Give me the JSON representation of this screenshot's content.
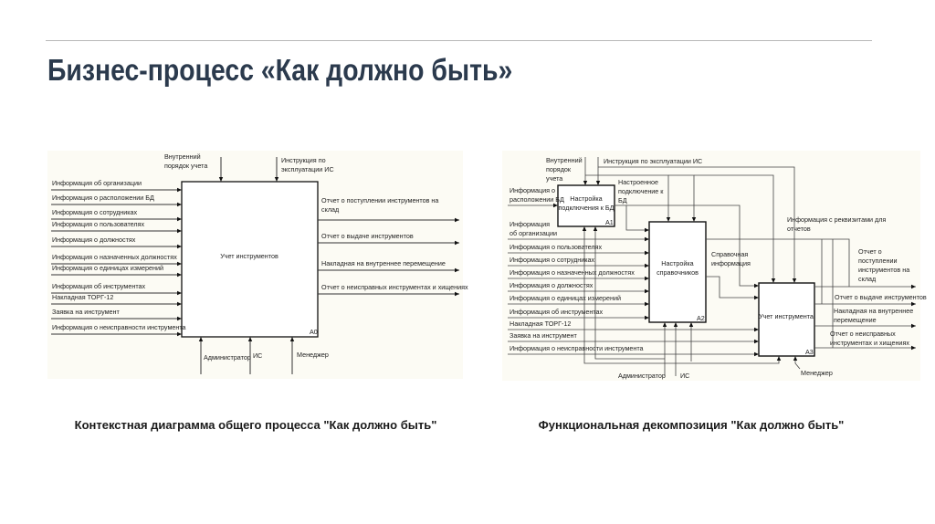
{
  "slide": {
    "title": "Бизнес-процесс «Как должно быть»",
    "caption_left": "Контекстная диаграмма общего процесса \"Как должно быть\"",
    "caption_right": "Функциональная декомпозиция \"Как должно быть\""
  },
  "context": {
    "box_label": "Учет инструментов",
    "box_id": "A0",
    "inputs": [
      "Информация об организации",
      "Информация о расположении БД",
      "Информация о сотрудниках",
      "Информация о пользователях",
      "Информация о должностях",
      "Информация о назначенных должностях",
      "Информация о единицах измерений",
      "Информация об инструментах",
      "Накладная ТОРГ-12",
      "Заявка на инструмент",
      "Информация о неисправности инструмента"
    ],
    "controls": [
      {
        "lines": [
          "Внутренний",
          "порядок учета"
        ]
      },
      {
        "lines": [
          "Инструкция по",
          "эксплуатации ИС"
        ]
      }
    ],
    "outputs": [
      {
        "lines": [
          "Отчет о поступлении инструментов на",
          "склад"
        ]
      },
      {
        "lines": [
          "Отчет о выдаче инструментов"
        ]
      },
      {
        "lines": [
          "Накладная на внутреннее перемещение"
        ]
      },
      {
        "lines": [
          "Отчет о неисправных инструментах и хищениях"
        ]
      }
    ],
    "mechanisms": [
      "Администратор",
      "ИС",
      "Менеджер"
    ]
  },
  "decomposition": {
    "boxes": [
      {
        "lines": [
          "Настройка",
          "подключения к БД"
        ],
        "id": "A1"
      },
      {
        "lines": [
          "Настройка",
          "справочников"
        ],
        "id": "A2"
      },
      {
        "lines": [
          "Учет инструмента"
        ],
        "id": "A3"
      }
    ],
    "a1_input": {
      "lines": [
        "Информация о",
        "расположении БД"
      ]
    },
    "a2_inputs": [
      {
        "lines": [
          "Информация",
          "об организации"
        ]
      },
      {
        "lines": [
          "Информация о пользователях"
        ]
      },
      {
        "lines": [
          "Информация о сотрудниках"
        ]
      },
      {
        "lines": [
          "Информация о назначенных должностях"
        ]
      },
      {
        "lines": [
          "Информация о должностях"
        ]
      },
      {
        "lines": [
          "Информация о единицах измерений"
        ]
      },
      {
        "lines": [
          "Информация об инструментах"
        ]
      }
    ],
    "a3_inputs": [
      "Накладная ТОРГ-12",
      "Заявка на инструмент",
      "Информация о неисправности инструмента"
    ],
    "controls": [
      {
        "lines": [
          "Внутренний",
          "порядок",
          "учета"
        ]
      },
      {
        "lines": [
          "Инструкция по эксплуатации ИС"
        ]
      }
    ],
    "internal": {
      "connection": {
        "lines": [
          "Настроенное",
          "подключение к",
          "БД"
        ]
      },
      "reference": {
        "lines": [
          "Справочная",
          "информация"
        ]
      },
      "requisites": {
        "lines": [
          "Информация с реквизитами для",
          "отчетов"
        ]
      }
    },
    "outputs": [
      {
        "lines": [
          "Отчет о",
          "поступлении",
          "инструментов на",
          "склад"
        ]
      },
      {
        "lines": [
          "Отчет о выдаче инструментов"
        ]
      },
      {
        "lines": [
          "Накладная на внутреннее",
          "перемещение"
        ]
      },
      {
        "lines": [
          "Отчет о неисправных",
          "инструментах и хищениях"
        ]
      }
    ],
    "mechanisms": [
      "Администратор",
      "ИС",
      "Менеджер"
    ]
  }
}
